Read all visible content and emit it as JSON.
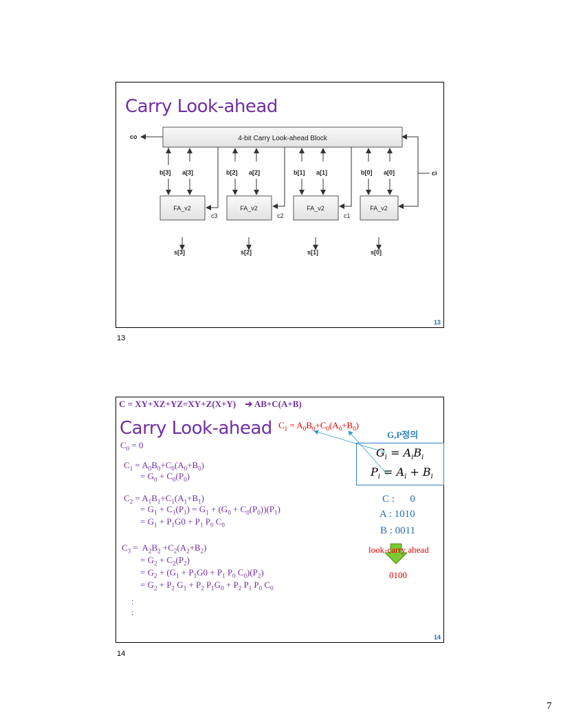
{
  "page": {
    "number": "7"
  },
  "slide1": {
    "title": "Carry Look-ahead",
    "slide_number": "13",
    "caption_number": "13",
    "diagram": {
      "block_label": "4-bit Carry Look-ahead Block",
      "co_label": "co",
      "ci_label": "ci",
      "adders": [
        {
          "name": "FA_v2",
          "b": "b[3]",
          "a": "a[3]",
          "sum": "s[3]",
          "carry": "c3"
        },
        {
          "name": "FA_v2",
          "b": "b[2]",
          "a": "a[2]",
          "sum": "s[2]",
          "carry": "c2"
        },
        {
          "name": "FA_v2",
          "b": "b[1]",
          "a": "a[1]",
          "sum": "s[1]",
          "carry": "c1"
        },
        {
          "name": "FA_v2",
          "b": "b[0]",
          "a": "a[0]",
          "sum": "s[0]",
          "carry": ""
        }
      ]
    }
  },
  "slide2": {
    "top_equation": "C = XY+XZ+YZ=XY+Z(X+Y)",
    "arrow_glyph": "➔",
    "top_result": "AB+C(A+B)",
    "title": "Carry Look-ahead",
    "c1_red": "C1 = A0B0+C0(A0+B0)",
    "gp_title": "G,P정의",
    "g_def": "Gi = AiBi",
    "p_def": "Pi = Ai + Bi",
    "example": {
      "c": "C :      0",
      "a": "A : 1010",
      "b": "B : 0011",
      "label": "look-carry ahead",
      "result": "0100"
    },
    "equations": [
      "C0 = 0",
      "C1 = A0B0+C0(A0+B0)",
      "= G0 + C0(P0)",
      "C2 = A1B1+C1(A1+B1)",
      "= G1 + C1(P1) = G1 + (G0 + C0(P0))(P1)",
      "= G1 + P1G0 + P1 P0 C0",
      "C3 =  A2B2 +C2(A2+B2)",
      "= G2 + C2(P2)",
      "= G2 + (G1 + P1G0 + P1 P0 C0)(P2)",
      "= G2 + P2 G1 + P2 P1G0 + P2 P1 P0 C0",
      ":",
      ":"
    ],
    "slide_number": "14",
    "caption_number": "14"
  }
}
